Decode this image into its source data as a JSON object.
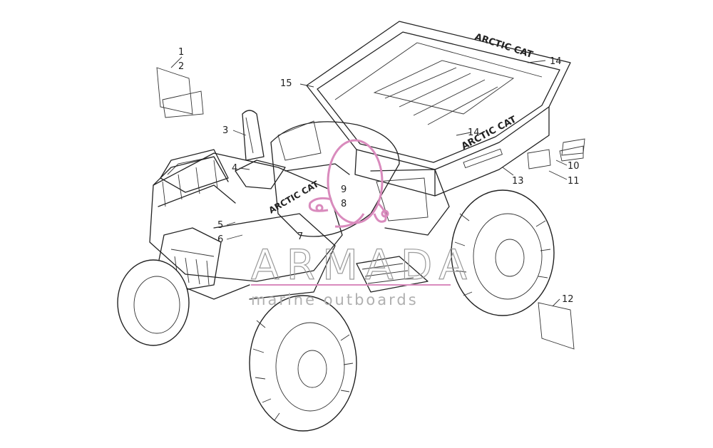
{
  "diagram": {
    "callouts": [
      "1",
      "2",
      "3",
      "4",
      "5",
      "6",
      "7",
      "8",
      "9",
      "10",
      "11",
      "12",
      "13",
      "14",
      "14",
      "15"
    ],
    "decal_text": {
      "rack_side": "ARCTIC CAT",
      "fender_side": "ARCTIC CAT",
      "rack_front": "ARCTIC CAT"
    }
  },
  "watermark": {
    "brand": "ARMADA",
    "tagline": "marine outboards",
    "logo_color": "#d98bbd",
    "text_color": "#a0a0a0"
  }
}
